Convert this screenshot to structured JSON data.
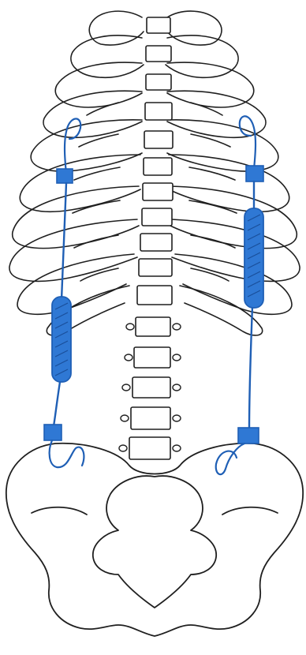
{
  "figure": {
    "colors": {
      "background": "#ffffff",
      "ink": "#1f1f1f",
      "implant": "#1f5fb5",
      "implant_fill": "#2f78d4"
    },
    "parts": [
      {
        "name": "rib-cage",
        "label": ""
      },
      {
        "name": "spine-vertebrae",
        "label": ""
      },
      {
        "name": "pelvis",
        "label": ""
      },
      {
        "name": "left-rod-implant",
        "label": ""
      },
      {
        "name": "right-rod-implant",
        "label": ""
      }
    ]
  }
}
